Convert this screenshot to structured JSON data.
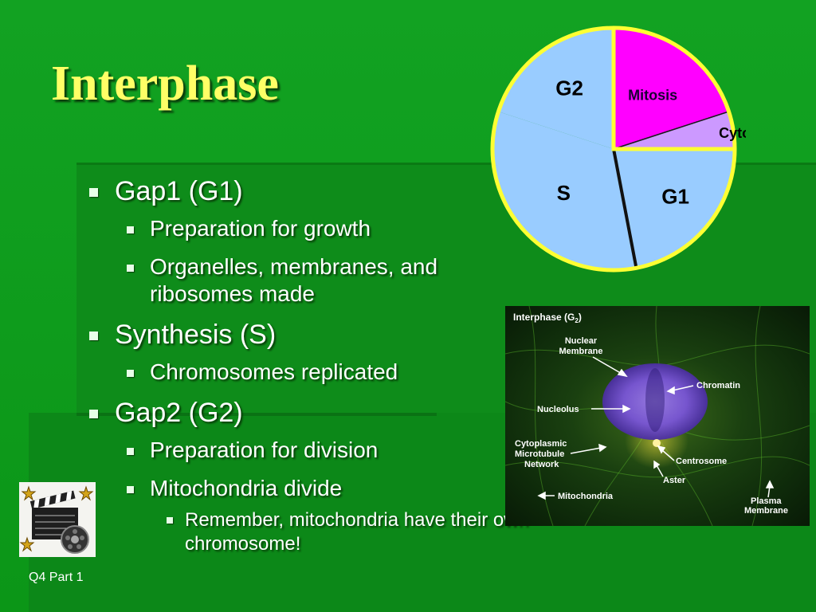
{
  "slide": {
    "title": "Interphase",
    "footer": "Q4 Part 1"
  },
  "outline": [
    {
      "level": 1,
      "text": "Gap1 (G1)"
    },
    {
      "level": 2,
      "text": "Preparation for growth"
    },
    {
      "level": 2,
      "text": "Organelles, membranes, and ribosomes made"
    },
    {
      "level": 1,
      "text": "Synthesis (S)"
    },
    {
      "level": 2,
      "text": "Chromosomes replicated"
    },
    {
      "level": 1,
      "text": "Gap2 (G2)"
    },
    {
      "level": 2,
      "text": "Preparation for division"
    },
    {
      "level": 2,
      "text": "Mitochondria divide"
    },
    {
      "level": 3,
      "text": "Remember, mitochondria have their own chromosome!"
    }
  ],
  "chart_data": {
    "type": "pie",
    "title": "",
    "slices": [
      {
        "label": "Mitosis",
        "value": 20,
        "color": "#ff00ff"
      },
      {
        "label": "Cytokinesis",
        "value": 5,
        "color": "#cc99ff"
      },
      {
        "label": "G1",
        "value": 22,
        "color": "#99ccff"
      },
      {
        "label": "S",
        "value": 33,
        "color": "#99ccff"
      },
      {
        "label": "G2",
        "value": 20,
        "color": "#99ccff"
      }
    ],
    "border_color": "#ffff33"
  },
  "micrograph": {
    "title": "Interphase (G",
    "title_subscript": "2",
    "title_suffix": ")",
    "labels": {
      "nuclear_membrane_1": "Nuclear",
      "nuclear_membrane_2": "Membrane",
      "chromatin": "Chromatin",
      "nucleolus": "Nucleolus",
      "cytoplasmic_1": "Cytoplasmic",
      "cytoplasmic_2": "Microtubule",
      "cytoplasmic_3": "Network",
      "centrosome": "Centrosome",
      "aster": "Aster",
      "mitochondria": "Mitochondria",
      "plasma_1": "Plasma",
      "plasma_2": "Membrane"
    }
  },
  "colors": {
    "background": "#0a9a1a",
    "title": "#ffff66",
    "text": "#ffffff"
  }
}
